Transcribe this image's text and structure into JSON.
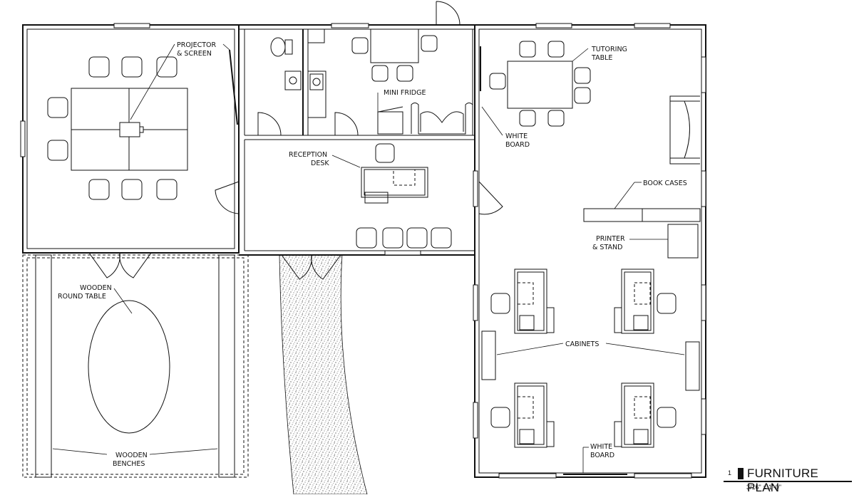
{
  "labels": {
    "projector": [
      "PROJECTOR",
      "& SCREEN"
    ],
    "tutoring": [
      "TUTORING",
      "TABLE"
    ],
    "mini_fridge": "MINI FRIDGE",
    "white_board_top": [
      "WHITE",
      "BOARD"
    ],
    "reception": [
      "RECEPTION",
      "DESK"
    ],
    "book_cases": "BOOK CASES",
    "printer": [
      "PRINTER",
      "& STAND"
    ],
    "round_table": [
      "WOODEN",
      "ROUND TABLE"
    ],
    "cabinets": "CABINETS",
    "benches": [
      "WOODEN",
      "BENCHES"
    ],
    "white_board_bottom": [
      "WHITE",
      "BOARD"
    ]
  },
  "title_block": {
    "number": "1",
    "title": "FURNITURE PLAN",
    "scale": "3/16\" = 1'-0\""
  },
  "colors": {
    "line": "#111111",
    "background": "#ffffff"
  }
}
